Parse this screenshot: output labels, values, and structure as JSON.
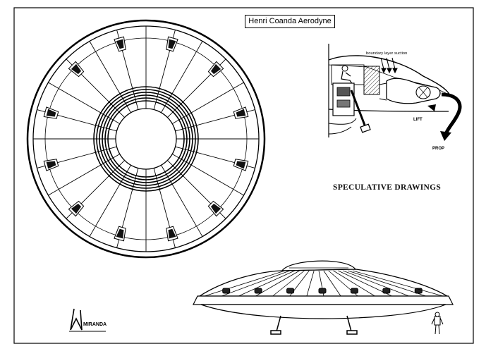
{
  "drawing": {
    "title": "Henri Coanda Aerodyne",
    "subtitle": "SPECULATIVE DRAWINGS",
    "labels": {
      "boundary": "boundary layer suction",
      "lift": "LIFT",
      "prop": "PROP"
    },
    "signature": "MIRANDA",
    "colors": {
      "ink": "#000000",
      "paper": "#ffffff",
      "hatch": "#333333"
    }
  },
  "plan_view": {
    "spokes": 24,
    "vent_count": 12,
    "inner_rings": 6
  }
}
